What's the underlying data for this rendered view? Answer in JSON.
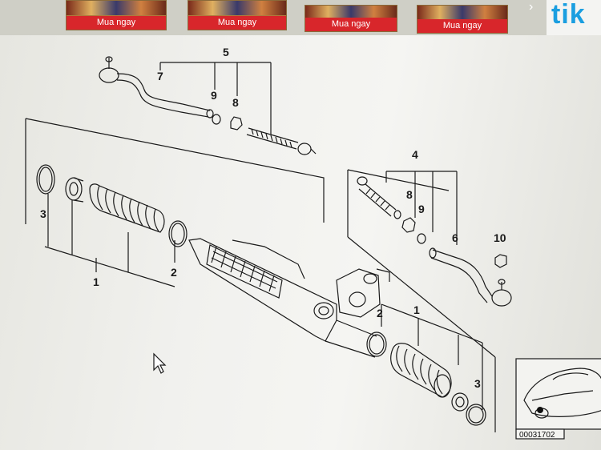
{
  "ad_strip": {
    "buttons": [
      "Mua ngay",
      "Mua ngay",
      "Mua ngay",
      "Mua ngay"
    ],
    "arrow": "›",
    "brand": "tik"
  },
  "diagram": {
    "callouts": {
      "c5": "5",
      "c7": "7",
      "c9a": "9",
      "c8a": "8",
      "c3a": "3",
      "c1a": "1",
      "c2a": "2",
      "c4": "4",
      "c8b": "8",
      "c9b": "9",
      "c6": "6",
      "c10": "10",
      "c2b": "2",
      "c1b": "1",
      "c3b": "3"
    },
    "part_code": "00031702"
  },
  "colors": {
    "ad_button": "#d8262b",
    "brand": "#1a9ee0",
    "line": "#1a1a1a"
  }
}
